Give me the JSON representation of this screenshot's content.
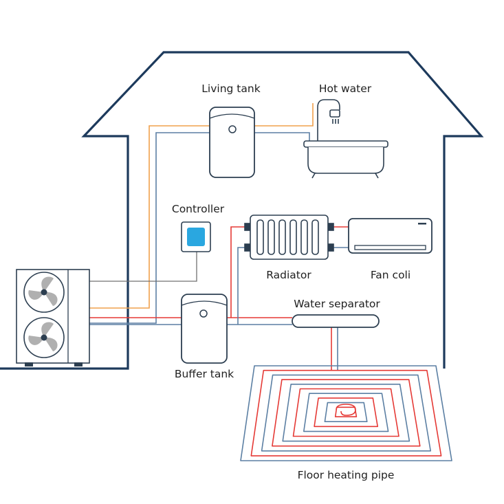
{
  "labels": {
    "living_tank": "Living tank",
    "hot_water": "Hot water",
    "controller": "Controller",
    "radiator": "Radiator",
    "fan_coil": "Fan coli",
    "water_separator": "Water separator",
    "buffer_tank": "Buffer tank",
    "floor_heating": "Floor heating pipe"
  },
  "colors": {
    "house": "#1d3a5c",
    "outline": "#2c3e50",
    "hot_pipe": "#e53935",
    "cold_pipe": "#5b7fa3",
    "tank_line": "#f0a04b",
    "controller_screen": "#2aa7e0",
    "fan_blade": "#b0b0b0"
  },
  "icons": {
    "outdoor_unit": "heat-pump-outdoor-unit-icon",
    "living_tank": "water-tank-icon",
    "hot_water": "bathtub-shower-icon",
    "controller": "controller-panel-icon",
    "radiator": "radiator-icon",
    "fan_coil": "wall-fan-coil-icon",
    "buffer_tank": "buffer-tank-icon",
    "water_separator": "manifold-icon",
    "floor_heating": "floor-heating-coil-icon"
  }
}
